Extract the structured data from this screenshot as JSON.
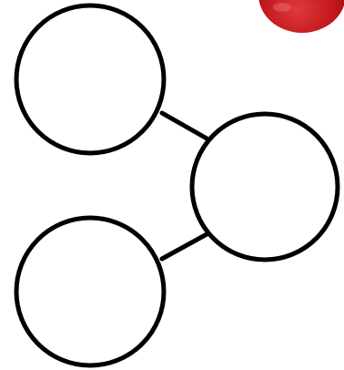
{
  "diagram": {
    "kind": "number-bond",
    "stroke_color": "#000000",
    "fill_color": "#ffffff",
    "nodes": [
      {
        "id": "part-top",
        "label": ""
      },
      {
        "id": "whole",
        "label": ""
      },
      {
        "id": "part-bottom",
        "label": ""
      }
    ],
    "links": [
      {
        "from": "part-top",
        "to": "whole"
      },
      {
        "from": "part-bottom",
        "to": "whole"
      }
    ],
    "decoration": {
      "icon": "red-apple-icon",
      "color": "#c0161c"
    }
  }
}
